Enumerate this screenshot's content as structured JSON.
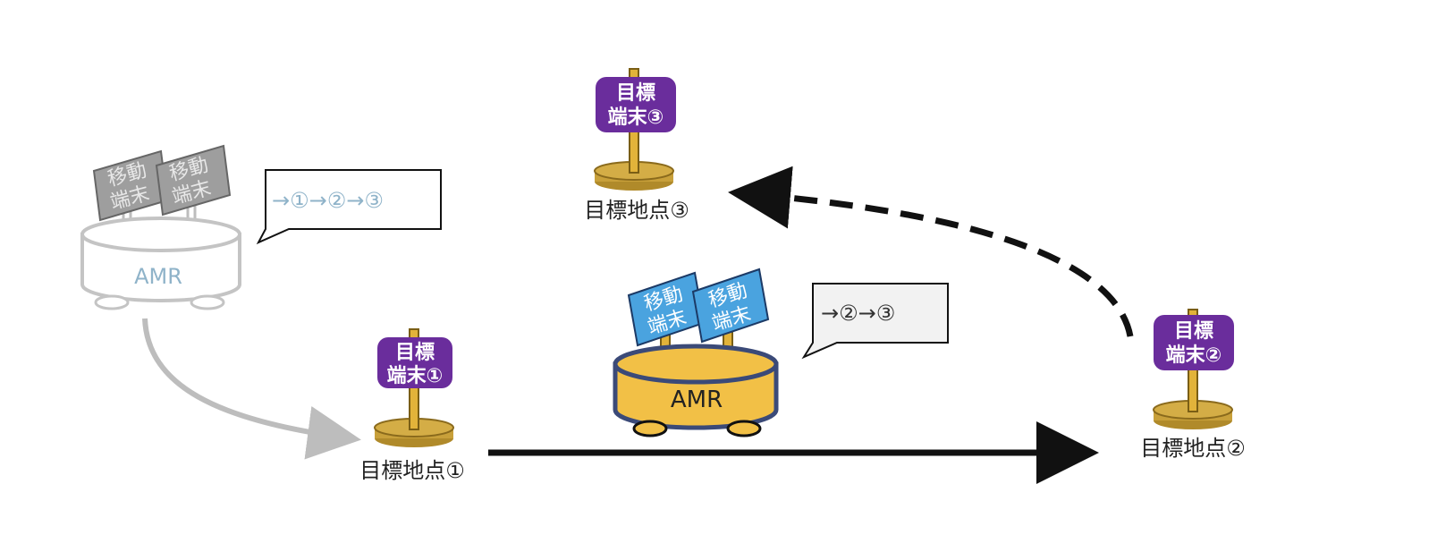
{
  "amr_ghost": {
    "label": "AMR",
    "sign_left": [
      "移動",
      "端末"
    ],
    "sign_right": [
      "移動",
      "端末"
    ],
    "bubble": "→①→②→③"
  },
  "amr_active": {
    "label": "AMR",
    "sign_left": [
      "移動",
      "端末"
    ],
    "sign_right": [
      "移動",
      "端末"
    ],
    "bubble": "→②→③"
  },
  "targets": [
    {
      "sign": [
        "目標",
        "端末①"
      ],
      "label": "目標地点①"
    },
    {
      "sign": [
        "目標",
        "端末②"
      ],
      "label": "目標地点②"
    },
    {
      "sign": [
        "目標",
        "端末③"
      ],
      "label": "目標地点③"
    }
  ],
  "colors": {
    "target_purple": "#6a2d9c",
    "base_gold": "#c8a03a",
    "pole_gold": "#e2b33a",
    "amr_yellow": "#f2c046",
    "amr_outline": "#3b4a78",
    "terminal_blue": "#4aa3df",
    "ghost_gray": "#bdbdbd",
    "ghost_text": "#8fb3c9",
    "arrow_black": "#111111"
  }
}
